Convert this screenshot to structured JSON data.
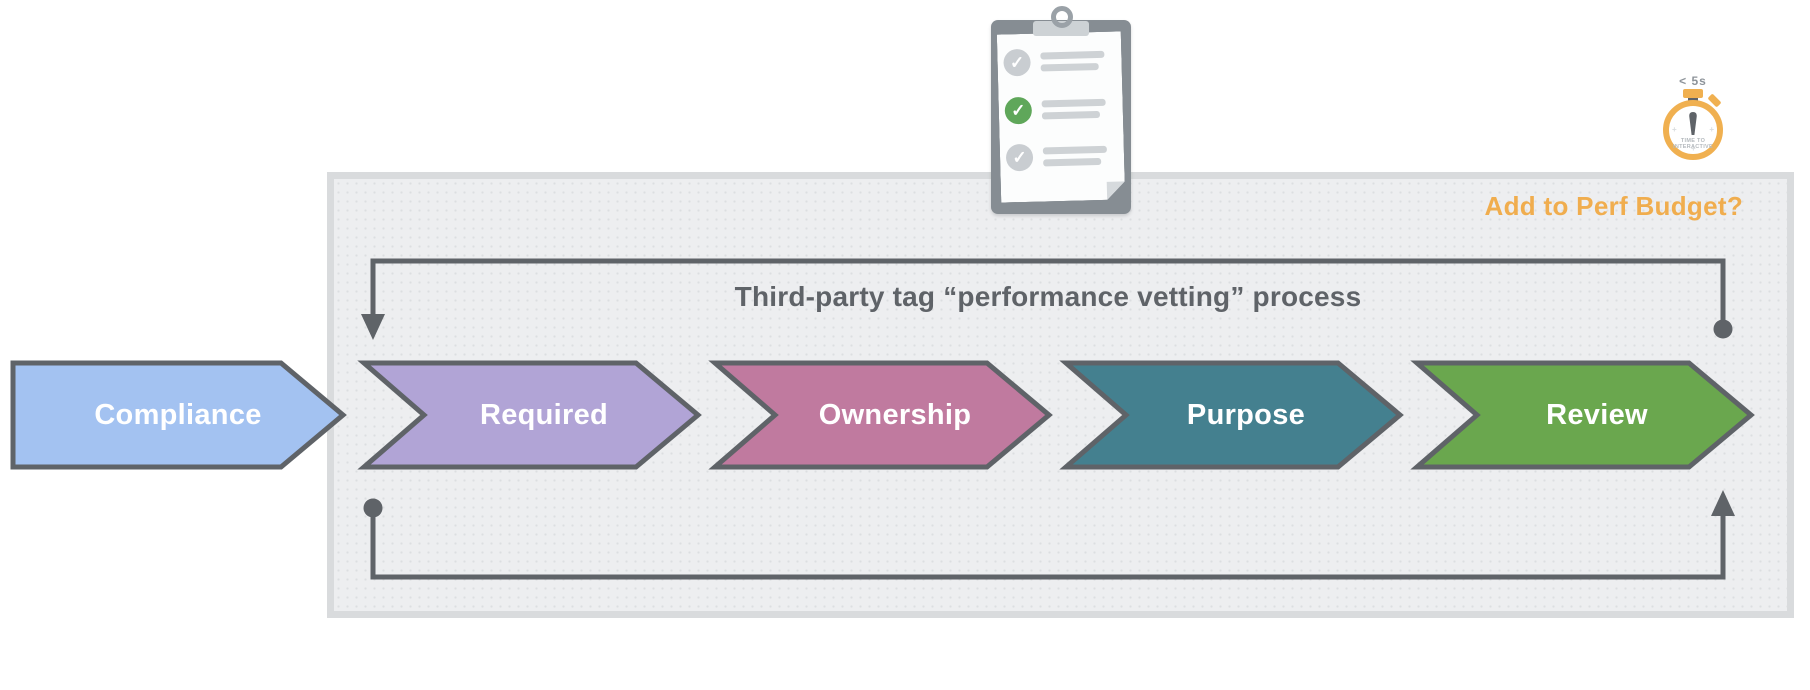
{
  "diagram": {
    "title": "Third-party tag “performance vetting” process",
    "budget_question": "Add to Perf Budget?"
  },
  "process_steps": [
    {
      "label": "Compliance",
      "color": "#a3c2f1"
    },
    {
      "label": "Required",
      "color": "#b1a4d6"
    },
    {
      "label": "Ownership",
      "color": "#c07a9f"
    },
    {
      "label": "Purpose",
      "color": "#44808f"
    },
    {
      "label": "Review",
      "color": "#6aa74e"
    }
  ],
  "stopwatch": {
    "label": "< 5s",
    "caption_top": "TIME TO",
    "caption_bottom": "INTERACTIVE"
  },
  "clipboard": {
    "check_glyph": "✓"
  },
  "icons": {
    "clipboard": "checklist-clipboard-icon",
    "stopwatch": "timer-stopwatch-icon"
  },
  "colors": {
    "outline": "#5f6368",
    "accent_orange": "#f0ad4e",
    "check_green": "#5fa75a",
    "panel_background": "#edeef0",
    "panel_border": "#d9dbdd",
    "clipboard_board": "#868d93",
    "neutral_gray": "#c9cdd1"
  }
}
